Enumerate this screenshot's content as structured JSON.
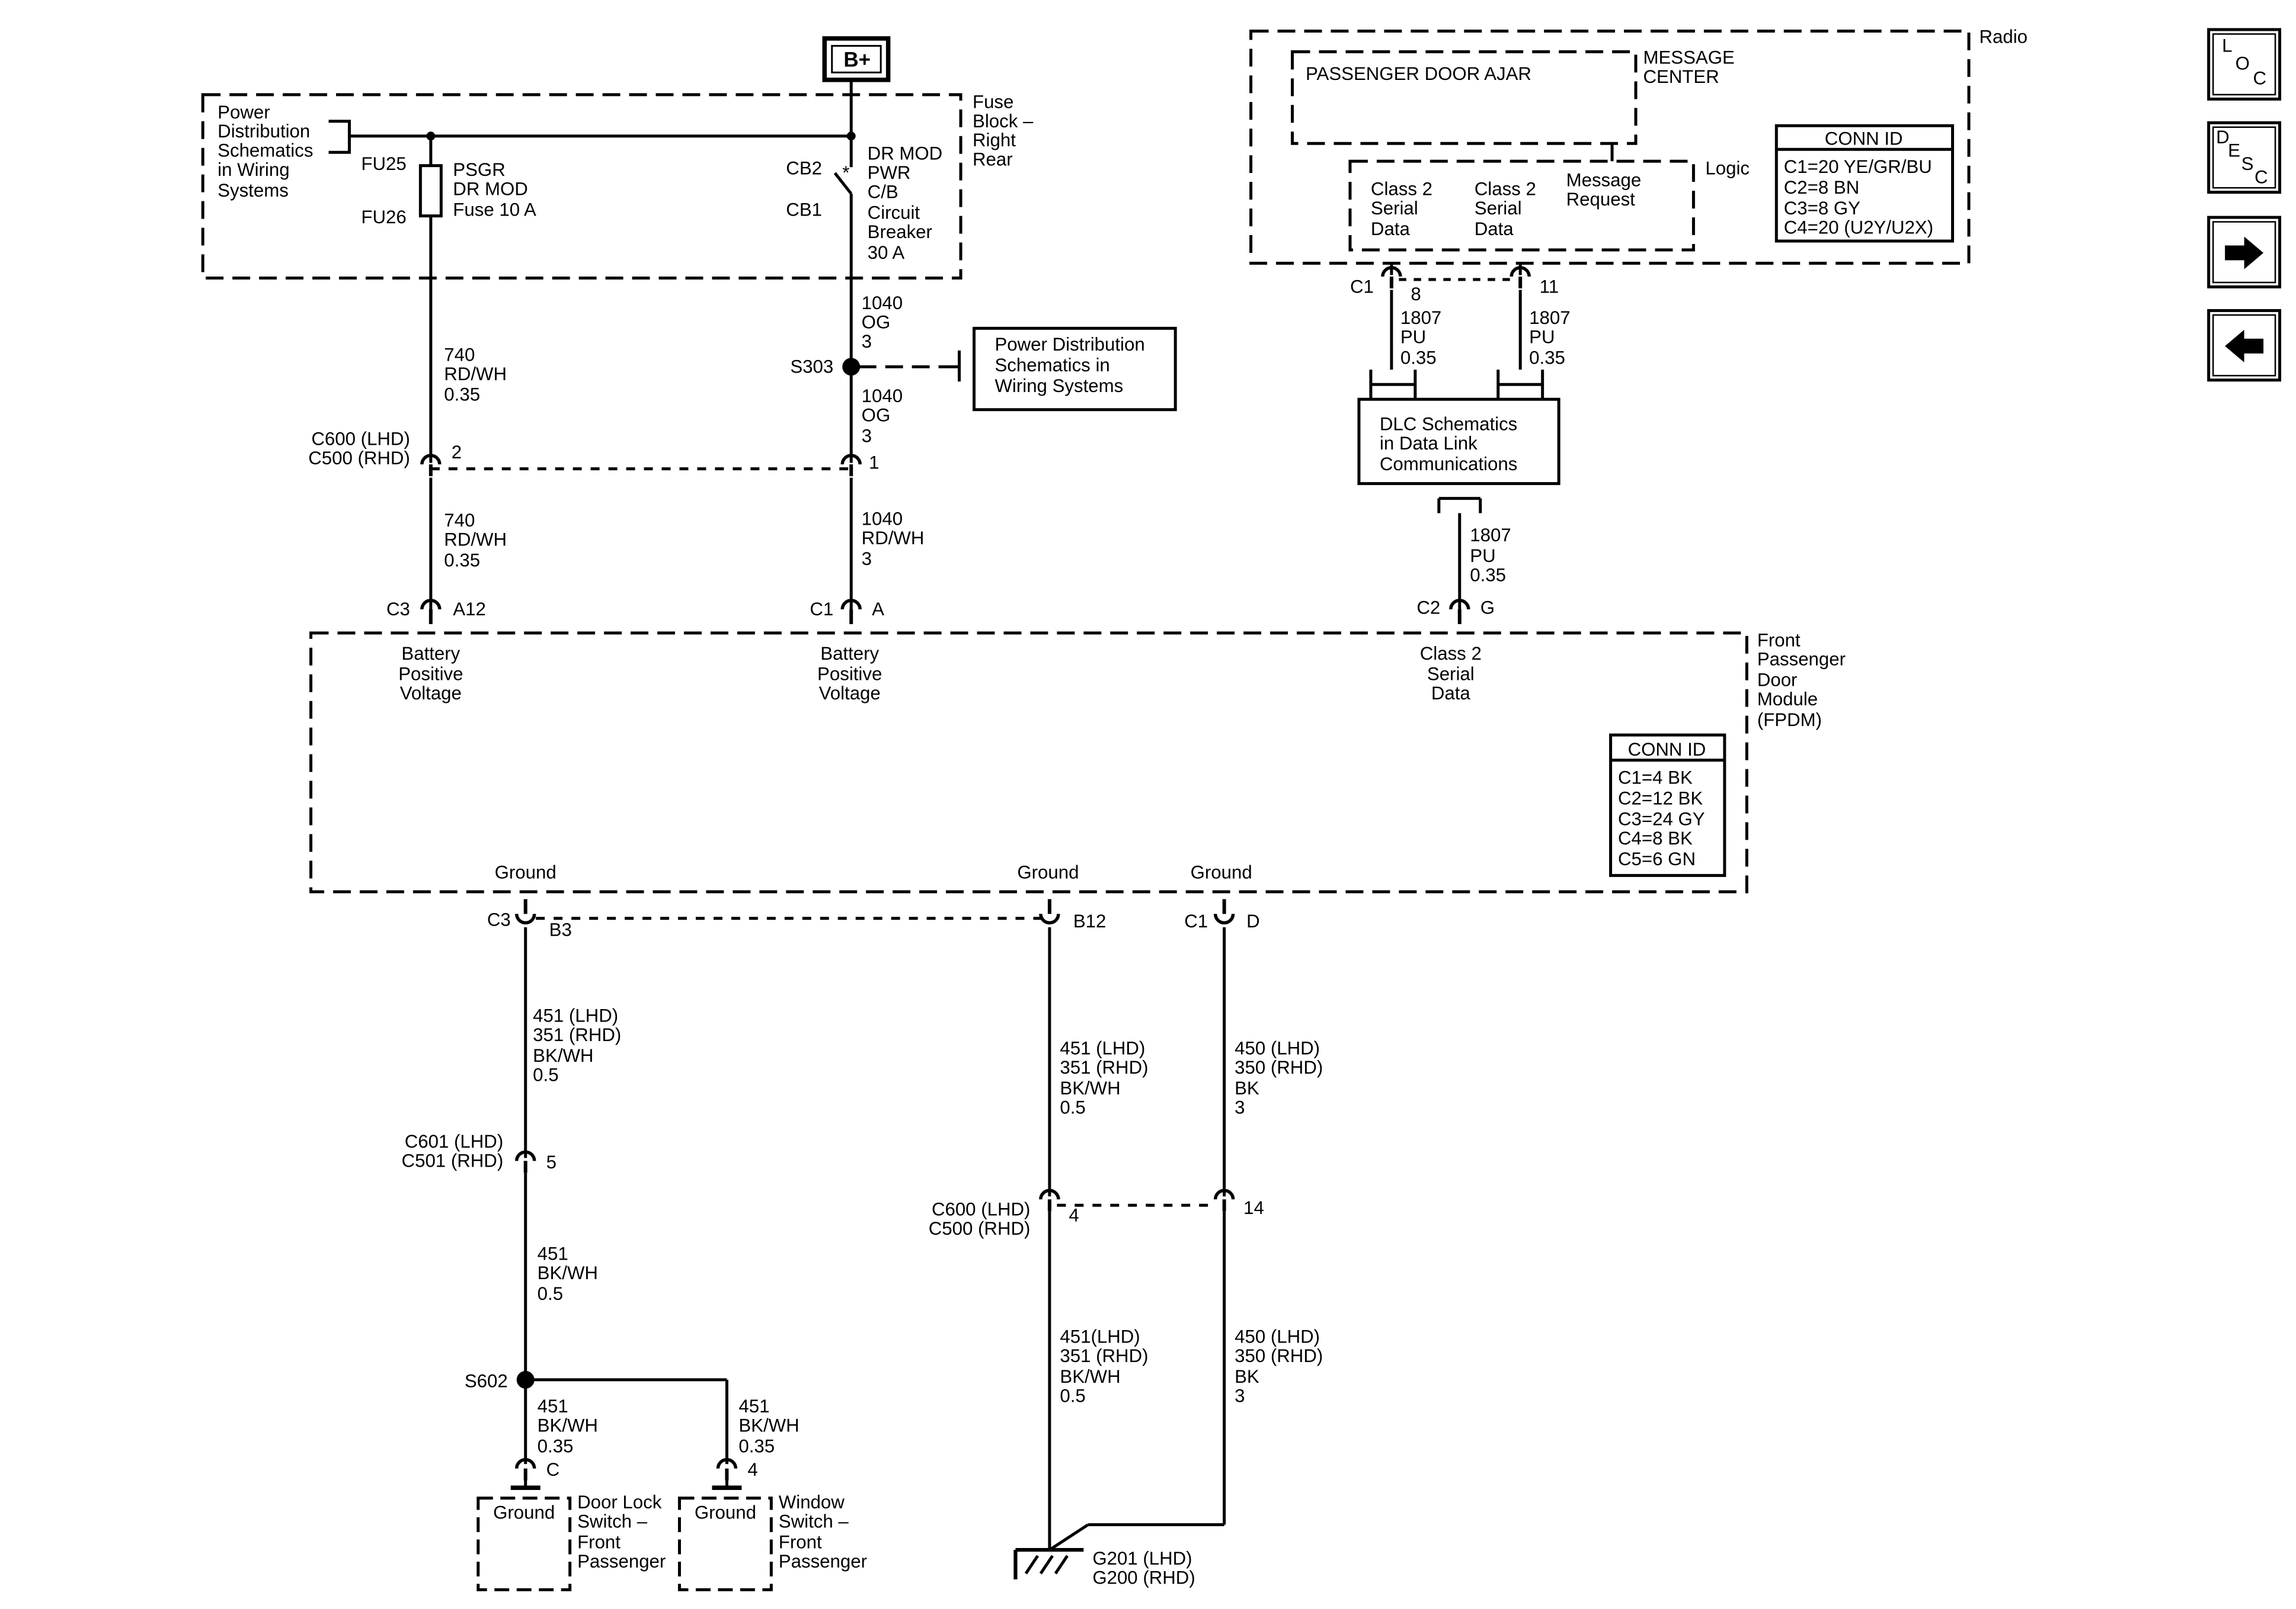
{
  "battery": {
    "label": "B+"
  },
  "fuse_block": {
    "name_lines": [
      "Fuse",
      "Block –",
      "Right",
      "Rear"
    ],
    "pd_ref_lines": [
      "Power",
      "Distribution",
      "Schematics",
      "in Wiring",
      "Systems"
    ],
    "fuse_labels": [
      "FU25",
      "FU26"
    ],
    "fuse_name_lines": [
      "PSGR",
      "DR MOD",
      "Fuse 10 A"
    ],
    "cb_labels": [
      "CB2",
      "CB1"
    ],
    "cb_name_lines": [
      "DR MOD",
      "PWR",
      "C/B",
      "Circuit",
      "Breaker",
      "30 A"
    ]
  },
  "left_circuit": {
    "wire1_lines": [
      "740",
      "RD/WH",
      "0.35"
    ],
    "conn_name_lines": [
      "C600 (LHD)",
      "C500 (RHD)"
    ],
    "conn_pin": "2",
    "wire2_lines": [
      "740",
      "RD/WH",
      "0.35"
    ],
    "module_conn": "C3",
    "module_pin": "A12",
    "module_pin_name_lines": [
      "Battery",
      "Positive",
      "Voltage"
    ]
  },
  "center_circuit": {
    "wire1_lines": [
      "1040",
      "OG",
      "3"
    ],
    "splice_label": "S303",
    "pd_ref_lines": [
      "Power Distribution",
      "Schematics in",
      "Wiring Systems"
    ],
    "wire2_lines": [
      "1040",
      "OG",
      "3"
    ],
    "conn_pin": "1",
    "wire3_lines": [
      "1040",
      "RD/WH",
      "3"
    ],
    "module_conn": "C1",
    "module_pin": "A",
    "module_pin_name_lines": [
      "Battery",
      "Positive",
      "Voltage"
    ]
  },
  "radio": {
    "name": "Radio",
    "message_center_lines": [
      "MESSAGE",
      "CENTER"
    ],
    "message_text": "PASSENGER DOOR AJAR",
    "logic_label": "Logic",
    "class2_a_lines": [
      "Class 2",
      "Serial",
      "Data"
    ],
    "class2_b_lines": [
      "Class 2",
      "Serial",
      "Data"
    ],
    "msg_request_lines": [
      "Message",
      "Request"
    ],
    "conn_id_title": "CONN ID",
    "conn_id_lines": [
      "C1=20 YE/GR/BU",
      "C2=8 BN",
      "C3=8 GY",
      "C4=20 (U2Y/U2X)"
    ],
    "conn": "C1",
    "pin_a": "8",
    "pin_b": "11",
    "wire_a_lines": [
      "1807",
      "PU",
      "0.35"
    ],
    "wire_b_lines": [
      "1807",
      "PU",
      "0.35"
    ]
  },
  "dlc": {
    "lines": [
      "DLC Schematics",
      "in Data Link",
      "Communications"
    ],
    "wire_lines": [
      "1807",
      "PU",
      "0.35"
    ],
    "module_conn": "C2",
    "module_pin": "G",
    "module_pin_name_lines": [
      "Class 2",
      "Serial",
      "Data"
    ]
  },
  "fpdm": {
    "name_lines": [
      "Front",
      "Passenger",
      "Door",
      "Module",
      "(FPDM)"
    ],
    "conn_id_title": "CONN ID",
    "conn_id_lines": [
      "C1=4 BK",
      "C2=12 BK",
      "C3=24 GY",
      "C4=8 BK",
      "C5=6 GN"
    ],
    "ground_labels": [
      "Ground",
      "Ground",
      "Ground"
    ]
  },
  "ground_a": {
    "module_conn": "C3",
    "pin": "B3",
    "wire1_lines": [
      "451 (LHD)",
      "351 (RHD)",
      "BK/WH",
      "0.5"
    ],
    "conn_name_lines": [
      "C601 (LHD)",
      "C501 (RHD)"
    ],
    "conn_pin": "5",
    "wire2_lines": [
      "451",
      "BK/WH",
      "0.5"
    ],
    "splice_label": "S602",
    "wire3_lines": [
      "451",
      "BK/WH",
      "0.35"
    ],
    "wire4_lines": [
      "451",
      "BK/WH",
      "0.35"
    ],
    "door_lock_pin": "C",
    "window_pin": "4",
    "door_lock_ground": "Ground",
    "window_ground": "Ground",
    "door_lock_name_lines": [
      "Door Lock",
      "Switch –",
      "Front",
      "Passenger"
    ],
    "window_name_lines": [
      "Window",
      "Switch –",
      "Front",
      "Passenger"
    ]
  },
  "ground_b": {
    "pin": "B12",
    "wire1_lines": [
      "451 (LHD)",
      "351 (RHD)",
      "BK/WH",
      "0.5"
    ],
    "conn_name_lines": [
      "C600 (LHD)",
      "C500 (RHD)"
    ],
    "conn_pin": "4",
    "wire2_lines": [
      "451(LHD)",
      "351 (RHD)",
      "BK/WH",
      "0.5"
    ]
  },
  "ground_c": {
    "module_conn": "C1",
    "pin": "D",
    "wire1_lines": [
      "450 (LHD)",
      "350 (RHD)",
      "BK",
      "3"
    ],
    "conn_pin": "14",
    "wire2_lines": [
      "450 (LHD)",
      "350 (RHD)",
      "BK",
      "3"
    ]
  },
  "ground_point": {
    "lines": [
      "G201 (LHD)",
      "G200 (RHD)"
    ]
  },
  "nav": {
    "loc_letters": [
      "L",
      "O",
      "C"
    ],
    "desc_letters": [
      "D",
      "E",
      "S",
      "C"
    ],
    "forward_icon": "arrow-right-icon",
    "back_icon": "arrow-left-icon"
  }
}
